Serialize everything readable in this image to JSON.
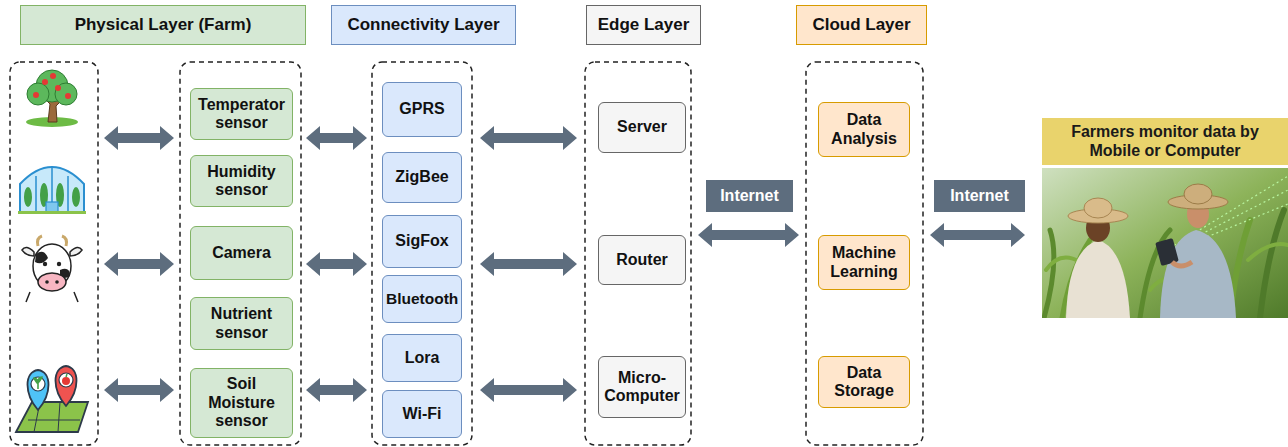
{
  "diagram": {
    "nodes": [
      {
        "text": [
          "Physical Layer (Farm)"
        ]
      },
      {
        "text": [
          "Connectivity Layer"
        ]
      },
      {
        "text": [
          "Edge Layer"
        ]
      },
      {
        "text": [
          "Cloud Layer"
        ]
      },
      {
        "text": [
          "Temperator sensor"
        ]
      },
      {
        "text": [
          "Humidity sensor"
        ]
      },
      {
        "text": [
          "Camera"
        ]
      },
      {
        "text": [
          "Nutrient sensor"
        ]
      },
      {
        "text": [
          "Soil Moisture sensor"
        ]
      },
      {
        "text": [
          "GPRS"
        ]
      },
      {
        "text": [
          "ZigBee"
        ]
      },
      {
        "text": [
          "SigFox"
        ]
      },
      {
        "text": [
          "Bluetooth"
        ]
      },
      {
        "text": [
          "Lora"
        ]
      },
      {
        "text": [
          "Wi-Fi"
        ]
      },
      {
        "text": [
          "Server"
        ]
      },
      {
        "text": [
          "Router"
        ]
      },
      {
        "text": [
          "Micro-Computer"
        ]
      },
      {
        "text": [
          "Internet"
        ]
      },
      {
        "text": [
          "Data Analysis"
        ]
      },
      {
        "text": [
          "Machine Learning"
        ]
      },
      {
        "text": [
          "Data Storage"
        ]
      },
      {
        "text": [
          "Internet"
        ]
      },
      {
        "text": [
          "Farmers monitor data by Mobile or Computer"
        ]
      }
    ]
  }
}
